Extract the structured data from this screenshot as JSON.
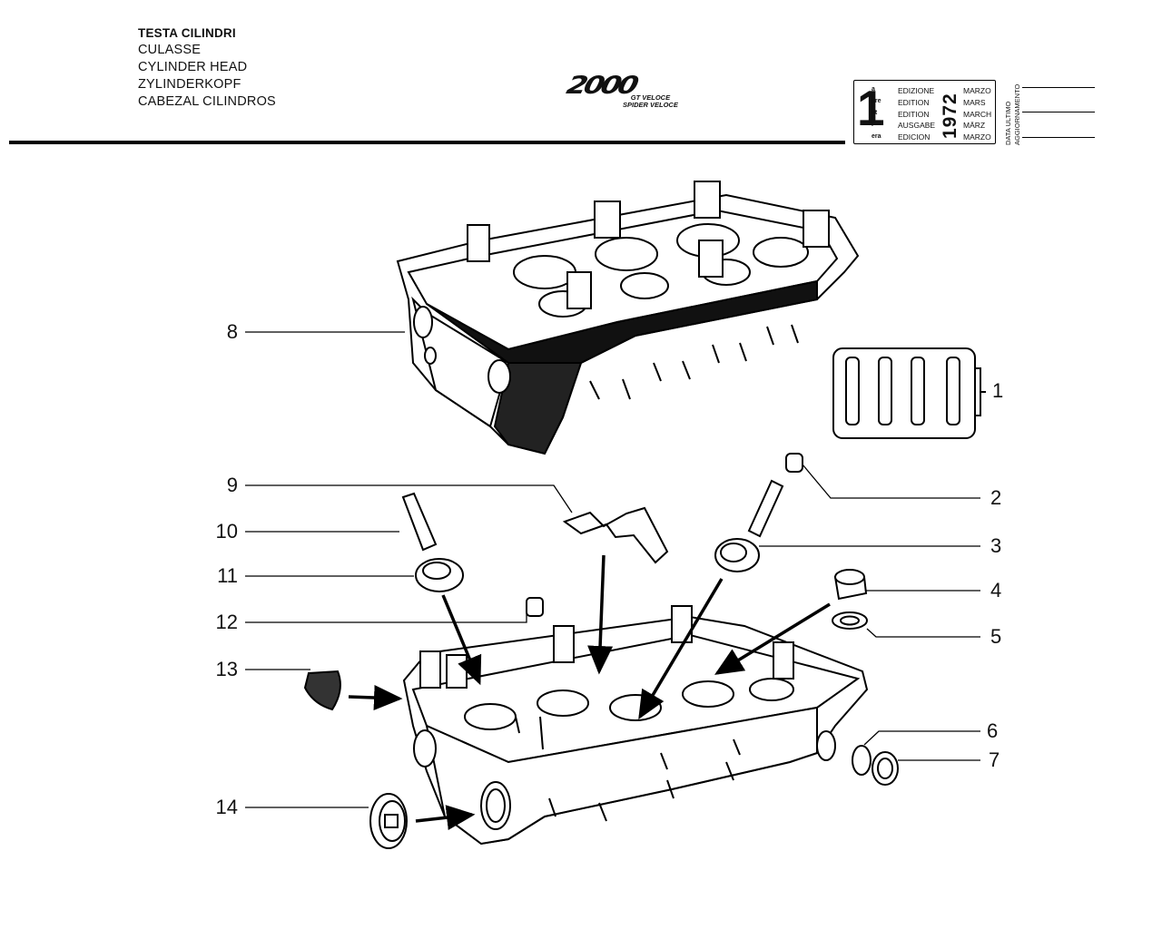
{
  "header": {
    "titles": [
      "TESTA CILINDRI",
      "CULASSE",
      "CYLINDER HEAD",
      "ZYLINDERKOPF",
      "CABEZAL CILINDROS"
    ],
    "logo_mark": "2000",
    "logo_sub": [
      "GT VELOCE",
      "SPIDER VELOCE"
    ]
  },
  "edition": {
    "number": "1",
    "ordinals": [
      "a",
      "ere",
      "st",
      ".",
      "era"
    ],
    "labels": [
      "EDIZIONE",
      "EDITION",
      "EDITION",
      "AUSGABE",
      "EDICION"
    ],
    "year": "1972",
    "months": [
      "MARZO",
      "MARS",
      "MARCH",
      "MÄRZ",
      "MARZO"
    ],
    "update_label": [
      "DATA ULTIMO",
      "AGGIORNAMENTO"
    ]
  },
  "callouts": {
    "c1": "1",
    "c2": "2",
    "c3": "3",
    "c4": "4",
    "c5": "5",
    "c6": "6",
    "c7": "7",
    "c8": "8",
    "c9": "9",
    "c10": "10",
    "c11": "11",
    "c12": "12",
    "c13": "13",
    "c14": "14"
  }
}
